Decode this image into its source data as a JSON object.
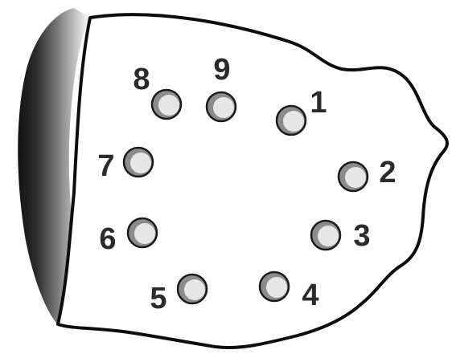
{
  "holes": [
    {
      "label": "1"
    },
    {
      "label": "2"
    },
    {
      "label": "3"
    },
    {
      "label": "4"
    },
    {
      "label": "5"
    },
    {
      "label": "6"
    },
    {
      "label": "7"
    },
    {
      "label": "8"
    },
    {
      "label": "9"
    }
  ],
  "colors": {
    "outline": "#0d0d0d",
    "plate_fill": "#ffffff",
    "hole_shadow": "#8c8c8c",
    "hole_face": "#e6e6e6",
    "label": "#2b2b2b"
  }
}
